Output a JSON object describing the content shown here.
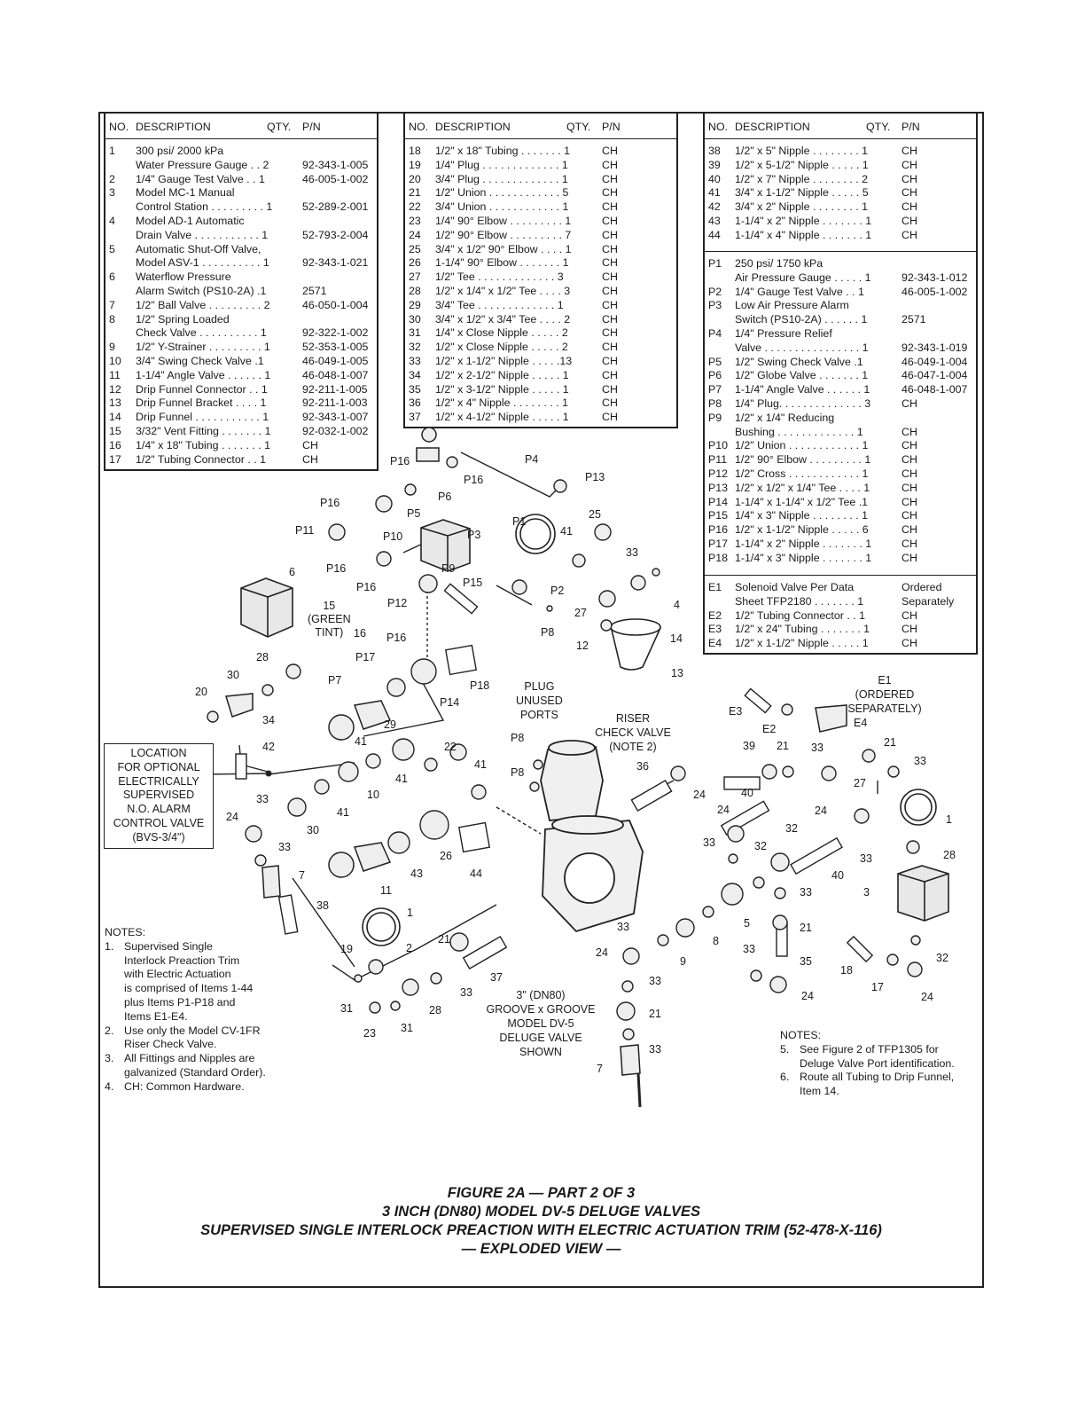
{
  "headers": {
    "no": "NO.",
    "desc": "DESCRIPTION",
    "qty": "QTY.",
    "pn": "P/N"
  },
  "table1": [
    {
      "no": "1",
      "lines": [
        "300 psi/ 2000 kPa",
        "Water Pressure Gauge . . 2"
      ],
      "pn": "92-343-1-005"
    },
    {
      "no": "2",
      "lines": [
        "1/4\" Gauge Test Valve  . . 1"
      ],
      "pn": "46-005-1-002"
    },
    {
      "no": "3",
      "lines": [
        "Model MC-1 Manual",
        "Control Station . . . . . . . . . 1"
      ],
      "pn": "52-289-2-001"
    },
    {
      "no": "4",
      "lines": [
        "Model AD-1 Automatic",
        "Drain Valve  . . . . . . . . . . . 1"
      ],
      "pn": "52-793-2-004"
    },
    {
      "no": "5",
      "lines": [
        "Automatic Shut-Off Valve,",
        "Model ASV-1 . . . . . . . . . . 1"
      ],
      "pn": "92-343-1-021"
    },
    {
      "no": "6",
      "lines": [
        "Waterflow Pressure",
        "Alarm Switch (PS10-2A)  .1"
      ],
      "pn": "2571"
    },
    {
      "no": "7",
      "lines": [
        "1/2\" Ball Valve . . . . . . . . . 2"
      ],
      "pn": "46-050-1-004"
    },
    {
      "no": "8",
      "lines": [
        "1/2\" Spring Loaded",
        "Check Valve  . . . . . . . . . . 1"
      ],
      "pn": "92-322-1-002"
    },
    {
      "no": "9",
      "lines": [
        "1/2\" Y-Strainer . . . . . . . . . 1"
      ],
      "pn": "52-353-1-005"
    },
    {
      "no": "10",
      "lines": [
        "3/4\" Swing Check Valve  .1"
      ],
      "pn": "46-049-1-005"
    },
    {
      "no": "11",
      "lines": [
        "1-1/4\" Angle Valve  . . . . . . 1"
      ],
      "pn": "46-048-1-007"
    },
    {
      "no": "12",
      "lines": [
        "Drip Funnel Connector  . . 1"
      ],
      "pn": "92-211-1-005"
    },
    {
      "no": "13",
      "lines": [
        "Drip Funnel Bracket  . . . . 1"
      ],
      "pn": "92-211-1-003"
    },
    {
      "no": "14",
      "lines": [
        "Drip Funnel  . . . . . . . . . . . 1"
      ],
      "pn": "92-343-1-007"
    },
    {
      "no": "15",
      "lines": [
        "3/32\" Vent Fitting . . . . . . . 1"
      ],
      "pn": "92-032-1-002"
    },
    {
      "no": "16",
      "lines": [
        "1/4\" x 18\" Tubing . . . . . . . 1"
      ],
      "pn": "CH"
    },
    {
      "no": "17",
      "lines": [
        "1/2\" Tubing Connector  . . 1"
      ],
      "pn": "CH"
    }
  ],
  "table2": [
    {
      "no": "18",
      "desc": "1/2\" x 18\" Tubing . . . . . . . 1",
      "pn": "CH"
    },
    {
      "no": "19",
      "desc": "1/4\" Plug  . . . . . . . . . . . . . 1",
      "pn": "CH"
    },
    {
      "no": "20",
      "desc": "3/4\" Plug  . . . . . . . . . . . . . 1",
      "pn": "CH"
    },
    {
      "no": "21",
      "desc": "1/2\" Union  . . . . . . . . . . . . 5",
      "pn": "CH"
    },
    {
      "no": "22",
      "desc": "3/4\" Union  . . . . . . . . . . . . 1",
      "pn": "CH"
    },
    {
      "no": "23",
      "desc": "1/4\" 90° Elbow . . . . . . . . . 1",
      "pn": "CH"
    },
    {
      "no": "24",
      "desc": "1/2\" 90° Elbow . . . . . . . . . 7",
      "pn": "CH"
    },
    {
      "no": "25",
      "desc": "3/4\" x 1/2\" 90° Elbow . . . . 1",
      "pn": "CH"
    },
    {
      "no": "26",
      "desc": "1-1/4\" 90° Elbow . . . . . . . 1",
      "pn": "CH"
    },
    {
      "no": "27",
      "desc": "1/2\" Tee  . . . . . . . . . . . . . 3",
      "pn": "CH"
    },
    {
      "no": "28",
      "desc": "1/2\" x 1/4\" x 1/2\" Tee . . . . 3",
      "pn": "CH"
    },
    {
      "no": "29",
      "desc": "3/4\" Tee  . . . . . . . . . . . . . 1",
      "pn": "CH"
    },
    {
      "no": "30",
      "desc": "3/4\" x 1/2\" x 3/4\" Tee . . . . 2",
      "pn": "CH"
    },
    {
      "no": "31",
      "desc": "1/4\" x Close Nipple  . . . . . 2",
      "pn": "CH"
    },
    {
      "no": "32",
      "desc": "1/2\" x Close Nipple  . . . . . 2",
      "pn": "CH"
    },
    {
      "no": "33",
      "desc": "1/2\" x 1-1/2\" Nipple  . . . . .13",
      "pn": "CH"
    },
    {
      "no": "34",
      "desc": "1/2\" x 2-1/2\" Nipple  . . . . . 1",
      "pn": "CH"
    },
    {
      "no": "35",
      "desc": "1/2\" x 3-1/2\" Nipple  . . . . . 1",
      "pn": "CH"
    },
    {
      "no": "36",
      "desc": "1/2\" x 4\" Nipple  . . . . . . . . 1",
      "pn": "CH"
    },
    {
      "no": "37",
      "desc": "1/2\" x 4-1/2\" Nipple  . . . . . 1",
      "pn": "CH"
    }
  ],
  "table3a": [
    {
      "no": "38",
      "desc": "1/2\" x 5\" Nipple  . . . . . . . . 1",
      "pn": "CH"
    },
    {
      "no": "39",
      "desc": "1/2\" x 5-1/2\" Nipple  . . . . . 1",
      "pn": "CH"
    },
    {
      "no": "40",
      "desc": "1/2\" x 7\" Nipple  . . . . . . . . 2",
      "pn": "CH"
    },
    {
      "no": "41",
      "desc": "3/4\" x 1-1/2\" Nipple  . . . . . 5",
      "pn": "CH"
    },
    {
      "no": "42",
      "desc": "3/4\" x 2\" Nipple  . . . . . . . . 1",
      "pn": "CH"
    },
    {
      "no": "43",
      "desc": "1-1/4\" x 2\" Nipple . . . . . . . 1",
      "pn": "CH"
    },
    {
      "no": "44",
      "desc": "1-1/4\" x 4\" Nipple . . . . . . . 1",
      "pn": "CH"
    }
  ],
  "table3b": [
    {
      "no": "P1",
      "lines": [
        "250 psi/ 1750 kPa",
        "Air Pressure Gauge . . . . . 1"
      ],
      "pn": "92-343-1-012"
    },
    {
      "no": "P2",
      "lines": [
        "1/4\" Gauge Test Valve  . . 1"
      ],
      "pn": "46-005-1-002"
    },
    {
      "no": "P3",
      "lines": [
        "Low Air Pressure Alarm",
        "Switch (PS10-2A)  . . . . . . 1"
      ],
      "pn": "2571"
    },
    {
      "no": "P4",
      "lines": [
        "1/4\" Pressure Relief",
        "Valve  . . . . . . . . . . . . . . . . 1"
      ],
      "pn": "92-343-1-019"
    },
    {
      "no": "P5",
      "lines": [
        "1/2\" Swing Check Valve  .1"
      ],
      "pn": "46-049-1-004"
    },
    {
      "no": "P6",
      "lines": [
        "1/2\" Globe Valve  . . . . . . . 1"
      ],
      "pn": "46-047-1-004"
    },
    {
      "no": "P7",
      "lines": [
        "1-1/4\" Angle Valve  . . . . . . 1"
      ],
      "pn": "46-048-1-007"
    },
    {
      "no": "P8",
      "lines": [
        "1/4\" Plug. . . . . . . . . . . . . . 3"
      ],
      "pn": "CH"
    },
    {
      "no": "P9",
      "lines": [
        "1/2\" x 1/4\" Reducing",
        "Bushing  . . . . . . . . . . . . . 1"
      ],
      "pn": "CH"
    },
    {
      "no": "P10",
      "lines": [
        "1/2\" Union  . . . . . . . . . . . . 1"
      ],
      "pn": "CH"
    },
    {
      "no": "P11",
      "lines": [
        "1/2\" 90° Elbow . . . . . . . . . 1"
      ],
      "pn": "CH"
    },
    {
      "no": "P12",
      "lines": [
        "1/2\" Cross  . . . . . . . . . . . . 1"
      ],
      "pn": "CH"
    },
    {
      "no": "P13",
      "lines": [
        "1/2\" x 1/2\" x 1/4\" Tee . . . . 1"
      ],
      "pn": "CH"
    },
    {
      "no": "P14",
      "lines": [
        "1-1/4\" x 1-1/4\" x 1/2\" Tee .1"
      ],
      "pn": "CH"
    },
    {
      "no": "P15",
      "lines": [
        "1/4\" x 3\" Nipple . . . . . . . . 1"
      ],
      "pn": "CH"
    },
    {
      "no": "P16",
      "lines": [
        "1/2\" x 1-1/2\" Nipple  . . . . . 6"
      ],
      "pn": "CH"
    },
    {
      "no": "P17",
      "lines": [
        "1-1/4\" x 2\" Nipple . . . . . . . 1"
      ],
      "pn": "CH"
    },
    {
      "no": "P18",
      "lines": [
        "1-1/4\" x 3\" Nipple . . . . . . . 1"
      ],
      "pn": "CH"
    }
  ],
  "table3c": [
    {
      "no": "E1",
      "lines": [
        "Solenoid Valve Per Data",
        "Sheet TFP2180   . . . . . . . 1"
      ],
      "pn": "Ordered",
      "pn2": "Separately"
    },
    {
      "no": "E2",
      "lines": [
        "1/2\" Tubing Connector  . . 1"
      ],
      "pn": "CH"
    },
    {
      "no": "E3",
      "lines": [
        "1/2\" x 24\" Tubing . . . . . . . 1"
      ],
      "pn": "CH"
    },
    {
      "no": "E4",
      "lines": [
        "1/2\" x 1-1/2\" Nipple  . . . . . 1"
      ],
      "pn": "CH"
    }
  ],
  "location_box": [
    "LOCATION",
    "FOR OPTIONAL",
    "ELECTRICALLY",
    "SUPERVISED",
    "N.O. ALARM",
    "CONTROL VALVE",
    "(BVS-3/4\")"
  ],
  "green_tint": [
    "15",
    "(GREEN",
    "TINT)"
  ],
  "plug_unused": [
    "PLUG",
    "UNUSED",
    "PORTS"
  ],
  "riser_check": [
    "RISER",
    "CHECK VALVE",
    "(NOTE 2)"
  ],
  "e1_label": [
    "E1",
    "(ORDERED",
    "SEPARATELY)"
  ],
  "deluge_label": [
    "3\" (DN80)",
    "GROOVE x GROOVE",
    "MODEL DV-5",
    "DELUGE VALVE",
    "SHOWN"
  ],
  "notes_left_title": "NOTES:",
  "notes_left": [
    {
      "k": "1.",
      "lines": [
        "Supervised Single",
        "Interlock Preaction Trim",
        "with Electric Actuation",
        "is comprised of Items 1-44",
        "plus Items P1-P18 and",
        "Items E1-E4."
      ]
    },
    {
      "k": "2.",
      "lines": [
        "Use only the Model CV-1FR",
        "Riser Check Valve."
      ]
    },
    {
      "k": "3.",
      "lines": [
        "All Fittings and Nipples are",
        "galvanized (Standard Order)."
      ]
    },
    {
      "k": "4.",
      "lines": [
        "CH: Common Hardware."
      ]
    }
  ],
  "notes_right_title": "NOTES:",
  "notes_right": [
    {
      "k": "5.",
      "lines": [
        "See Figure 2 of TFP1305 for",
        "Deluge Valve Port identification."
      ]
    },
    {
      "k": "6.",
      "lines": [
        "Route all Tubing to Drip Funnel,",
        "Item 14."
      ]
    }
  ],
  "callouts": [
    {
      "t": "P16"
    },
    {
      "t": "P6"
    },
    {
      "t": "P16"
    },
    {
      "t": "P4"
    },
    {
      "t": "P13"
    },
    {
      "t": "P16"
    },
    {
      "t": "P5"
    },
    {
      "t": "P11"
    },
    {
      "t": "P10"
    },
    {
      "t": "P3"
    },
    {
      "t": "P16"
    },
    {
      "t": "P9"
    },
    {
      "t": "P16"
    },
    {
      "t": "P15"
    },
    {
      "t": "P12"
    },
    {
      "t": "P16"
    },
    {
      "t": "P2"
    },
    {
      "t": "P8"
    },
    {
      "t": "P1"
    },
    {
      "t": "41"
    },
    {
      "t": "25"
    },
    {
      "t": "33"
    },
    {
      "t": "4"
    },
    {
      "t": "27"
    },
    {
      "t": "12"
    },
    {
      "t": "14"
    },
    {
      "t": "13"
    },
    {
      "t": "6"
    },
    {
      "t": "16"
    },
    {
      "t": "28"
    },
    {
      "t": "30"
    },
    {
      "t": "20"
    },
    {
      "t": "34"
    },
    {
      "t": "42"
    },
    {
      "t": "P17"
    },
    {
      "t": "P7"
    },
    {
      "t": "P18"
    },
    {
      "t": "P14"
    },
    {
      "t": "29"
    },
    {
      "t": "41"
    },
    {
      "t": "22"
    },
    {
      "t": "41"
    },
    {
      "t": "41"
    },
    {
      "t": "10"
    },
    {
      "t": "33"
    },
    {
      "t": "41"
    },
    {
      "t": "30"
    },
    {
      "t": "24"
    },
    {
      "t": "33"
    },
    {
      "t": "7"
    },
    {
      "t": "38"
    },
    {
      "t": "43"
    },
    {
      "t": "26"
    },
    {
      "t": "44"
    },
    {
      "t": "11"
    },
    {
      "t": "P8"
    },
    {
      "t": "P8"
    },
    {
      "t": "36"
    },
    {
      "t": "24"
    },
    {
      "t": "39"
    },
    {
      "t": "21"
    },
    {
      "t": "33"
    },
    {
      "t": "E3"
    },
    {
      "t": "E2"
    },
    {
      "t": "E4"
    },
    {
      "t": "21"
    },
    {
      "t": "33"
    },
    {
      "t": "40"
    },
    {
      "t": "24"
    },
    {
      "t": "24"
    },
    {
      "t": "27"
    },
    {
      "t": "1"
    },
    {
      "t": "33"
    },
    {
      "t": "32"
    },
    {
      "t": "32"
    },
    {
      "t": "33"
    },
    {
      "t": "28"
    },
    {
      "t": "40"
    },
    {
      "t": "3"
    },
    {
      "t": "5"
    },
    {
      "t": "33"
    },
    {
      "t": "21"
    },
    {
      "t": "8"
    },
    {
      "t": "33"
    },
    {
      "t": "24"
    },
    {
      "t": "9"
    },
    {
      "t": "33"
    },
    {
      "t": "35"
    },
    {
      "t": "18"
    },
    {
      "t": "17"
    },
    {
      "t": "32"
    },
    {
      "t": "24"
    },
    {
      "t": "24"
    },
    {
      "t": "33"
    },
    {
      "t": "21"
    },
    {
      "t": "33"
    },
    {
      "t": "7"
    },
    {
      "t": "1"
    },
    {
      "t": "19"
    },
    {
      "t": "2"
    },
    {
      "t": "21"
    },
    {
      "t": "37"
    },
    {
      "t": "33"
    },
    {
      "t": "31"
    },
    {
      "t": "28"
    },
    {
      "t": "23"
    },
    {
      "t": "31"
    }
  ],
  "title_lines": [
    "FIGURE 2A — PART 2 OF 3",
    "3 INCH (DN80) MODEL DV-5 DELUGE VALVES",
    "SUPERVISED SINGLE INTERLOCK PREACTION WITH ELECTRIC ACTUATION TRIM (52-478-X-116)",
    "— EXPLODED VIEW —"
  ]
}
